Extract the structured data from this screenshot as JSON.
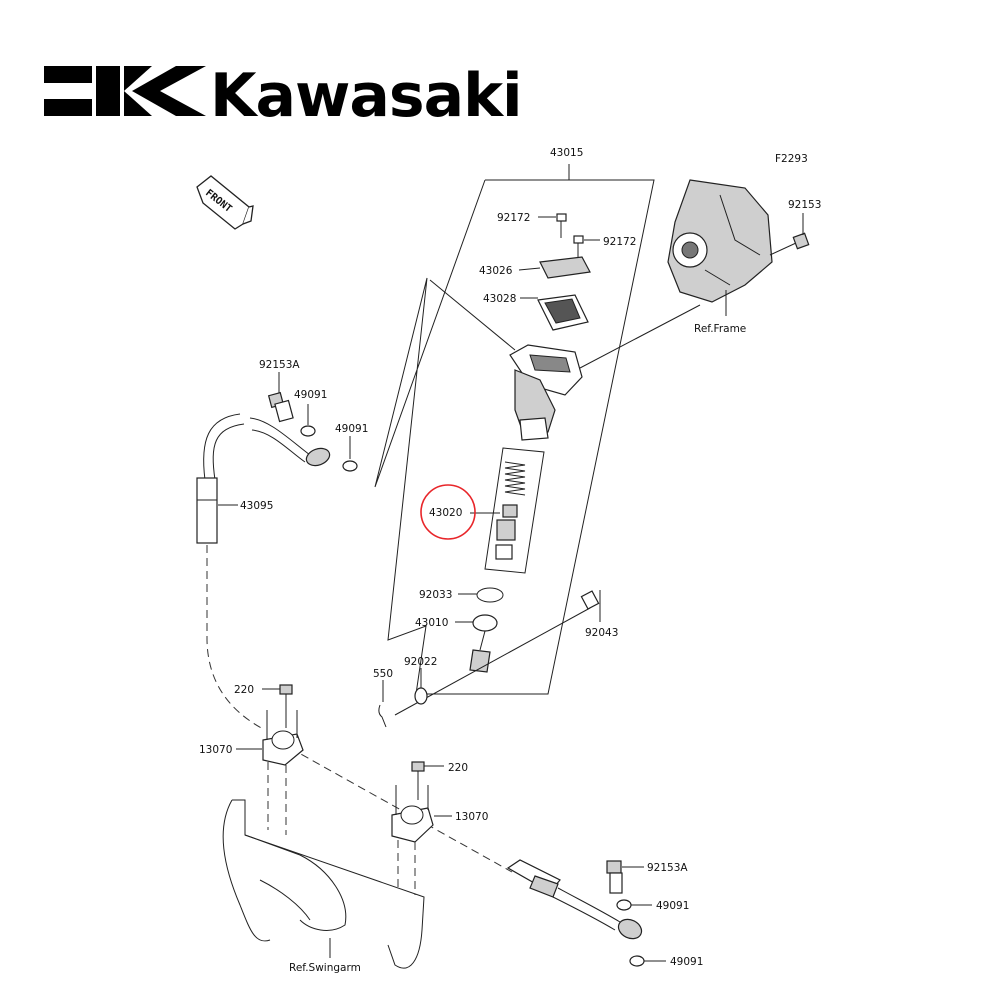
{
  "brand": {
    "name": "Kawasaki"
  },
  "diagram": {
    "figure_code": "F2293",
    "front_label": "FRONT",
    "highlight_color": "#e8262a",
    "highlighted_part": "43020",
    "labels": {
      "p43015": "43015",
      "p92172a": "92172",
      "p92172b": "92172",
      "p43026": "43026",
      "p43028": "43028",
      "p92153": "92153",
      "ref_frame": "Ref.Frame",
      "p92153A_top": "92153A",
      "p49091_a": "49091",
      "p49091_b": "49091",
      "p43095": "43095",
      "p43020": "43020",
      "p92033": "92033",
      "p43010": "43010",
      "p92043": "92043",
      "p550": "550",
      "p92022": "92022",
      "p220_a": "220",
      "p13070_a": "13070",
      "p220_b": "220",
      "p13070_b": "13070",
      "p92153A_bottom": "92153A",
      "p49091_c": "49091",
      "p49091_d": "49091",
      "ref_swingarm": "Ref.Swingarm"
    }
  }
}
